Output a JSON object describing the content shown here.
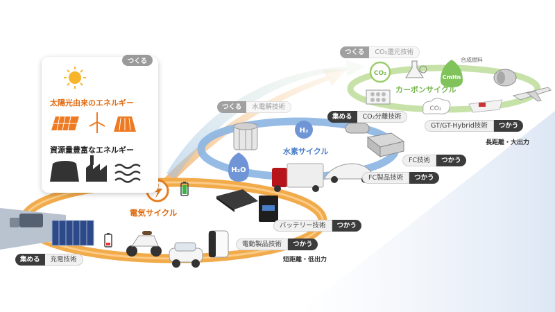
{
  "card": {
    "tag": "つくる",
    "renewable_title": "太陽光由来のエネルギー",
    "abundant_title": "資源量豊富なエネルギー"
  },
  "cycles": {
    "electric": "電気サイクル",
    "hydrogen": "水素サイクル",
    "carbon": "カーボンサイクル"
  },
  "badges": {
    "h2": "H₂",
    "h2o": "H₂O",
    "co2_ring": "CO₂",
    "co2_cloud": "CO₂",
    "cmhn": "CmHn",
    "synthetic_fuel": "合成燃料"
  },
  "tags": {
    "co2_reduction": {
      "verb": "つくる",
      "text": "CO₂還元技術"
    },
    "electrolysis": {
      "verb": "つくる",
      "text": "水電解技術"
    },
    "co2_separation": {
      "verb": "集める",
      "text": "CO₂分離技術"
    },
    "gt_hybrid": {
      "text": "GT/GT-Hybrid技術",
      "verb": "つかう"
    },
    "fc_tech": {
      "text": "FC技術",
      "verb": "つかう"
    },
    "fc_products": {
      "text": "FC製品技術",
      "verb": "つかう"
    },
    "battery": {
      "text": "バッテリー技術",
      "verb": "つかう"
    },
    "electric_products": {
      "text": "電動製品技術",
      "verb": "つかう"
    },
    "charging": {
      "verb": "集める",
      "text": "充電技術"
    }
  },
  "notes": {
    "long_range": "長距離・大出力",
    "short_range": "短距離・低出力"
  },
  "colors": {
    "electric_ring": "#f0a43a",
    "hydrogen_ring": "#6fa0d8",
    "carbon_ring": "#a8cf7a",
    "electric_text": "#e06a10",
    "hydrogen_text": "#4a7fc8",
    "carbon_text": "#7ab850",
    "tag_dark": "#3b3b3b"
  }
}
